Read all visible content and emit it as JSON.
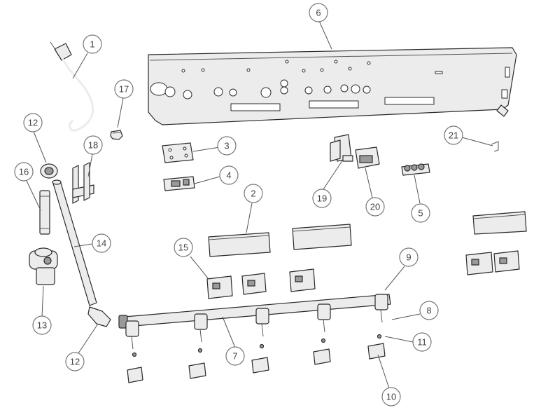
{
  "callouts": [
    {
      "id": "1",
      "label": "1"
    },
    {
      "id": "2",
      "label": "2"
    },
    {
      "id": "3",
      "label": "3"
    },
    {
      "id": "4",
      "label": "4"
    },
    {
      "id": "5",
      "label": "5"
    },
    {
      "id": "6",
      "label": "6"
    },
    {
      "id": "7",
      "label": "7"
    },
    {
      "id": "8",
      "label": "8"
    },
    {
      "id": "9",
      "label": "9"
    },
    {
      "id": "10",
      "label": "10"
    },
    {
      "id": "11",
      "label": "11"
    },
    {
      "id": "12a",
      "label": "12"
    },
    {
      "id": "12b",
      "label": "12"
    },
    {
      "id": "13",
      "label": "13"
    },
    {
      "id": "14",
      "label": "14"
    },
    {
      "id": "15",
      "label": "15"
    },
    {
      "id": "16",
      "label": "16"
    },
    {
      "id": "17",
      "label": "17"
    },
    {
      "id": "18",
      "label": "18"
    },
    {
      "id": "19",
      "label": "19"
    },
    {
      "id": "20",
      "label": "20"
    },
    {
      "id": "21",
      "label": "21"
    }
  ]
}
